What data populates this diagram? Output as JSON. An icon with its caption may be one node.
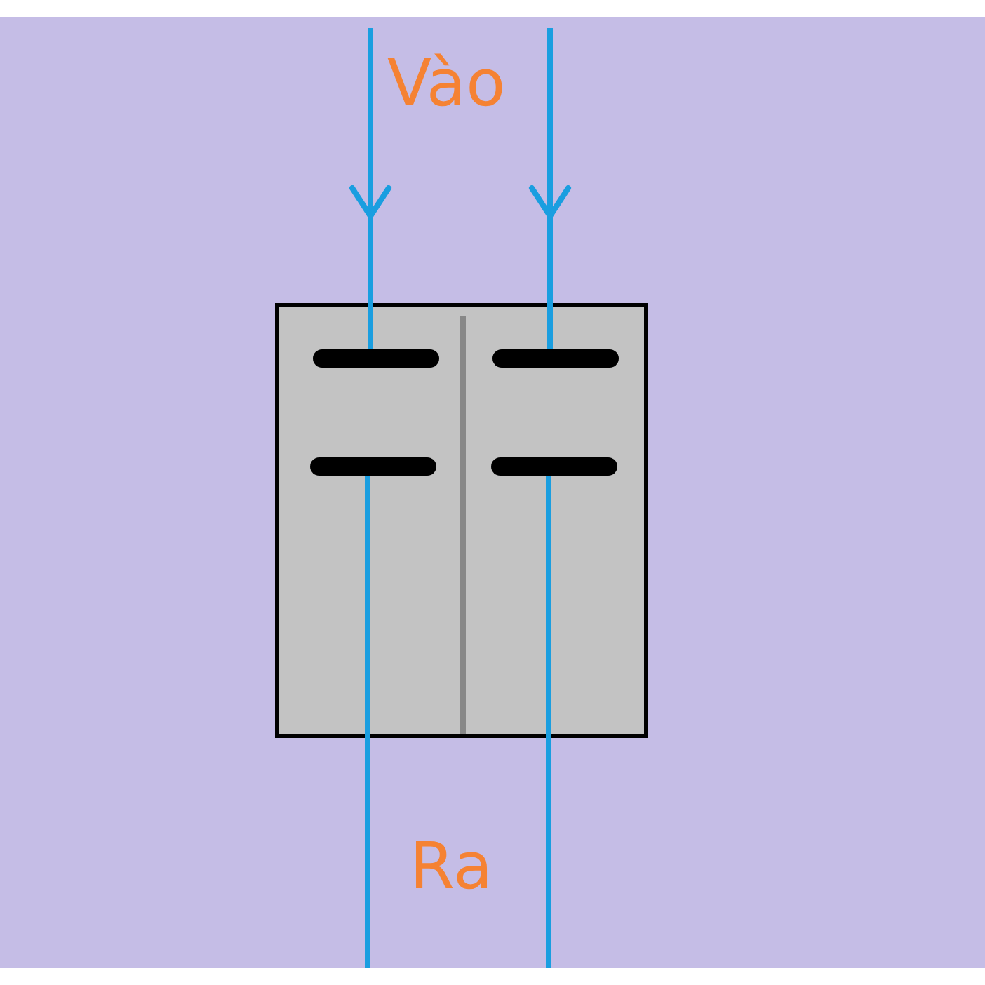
{
  "diagram": {
    "nodes": [
      {
        "text": [],
        "shape": "box"
      },
      {
        "text": [],
        "shape": "bar",
        "in": 0
      },
      {
        "text": [],
        "shape": "bar",
        "in": 0
      },
      {
        "text": [],
        "shape": "bar",
        "in": 0
      },
      {
        "text": [],
        "shape": "bar",
        "in": 0
      }
    ],
    "edges": [
      {
        "from": null,
        "to": 1,
        "arrow": "to"
      },
      {
        "from": null,
        "to": 2,
        "arrow": "to"
      },
      {
        "from": 3,
        "to": null,
        "arrow": "none"
      },
      {
        "from": 4,
        "to": null,
        "arrow": "none"
      }
    ],
    "labels": [
      "Vào",
      "Ra"
    ]
  }
}
